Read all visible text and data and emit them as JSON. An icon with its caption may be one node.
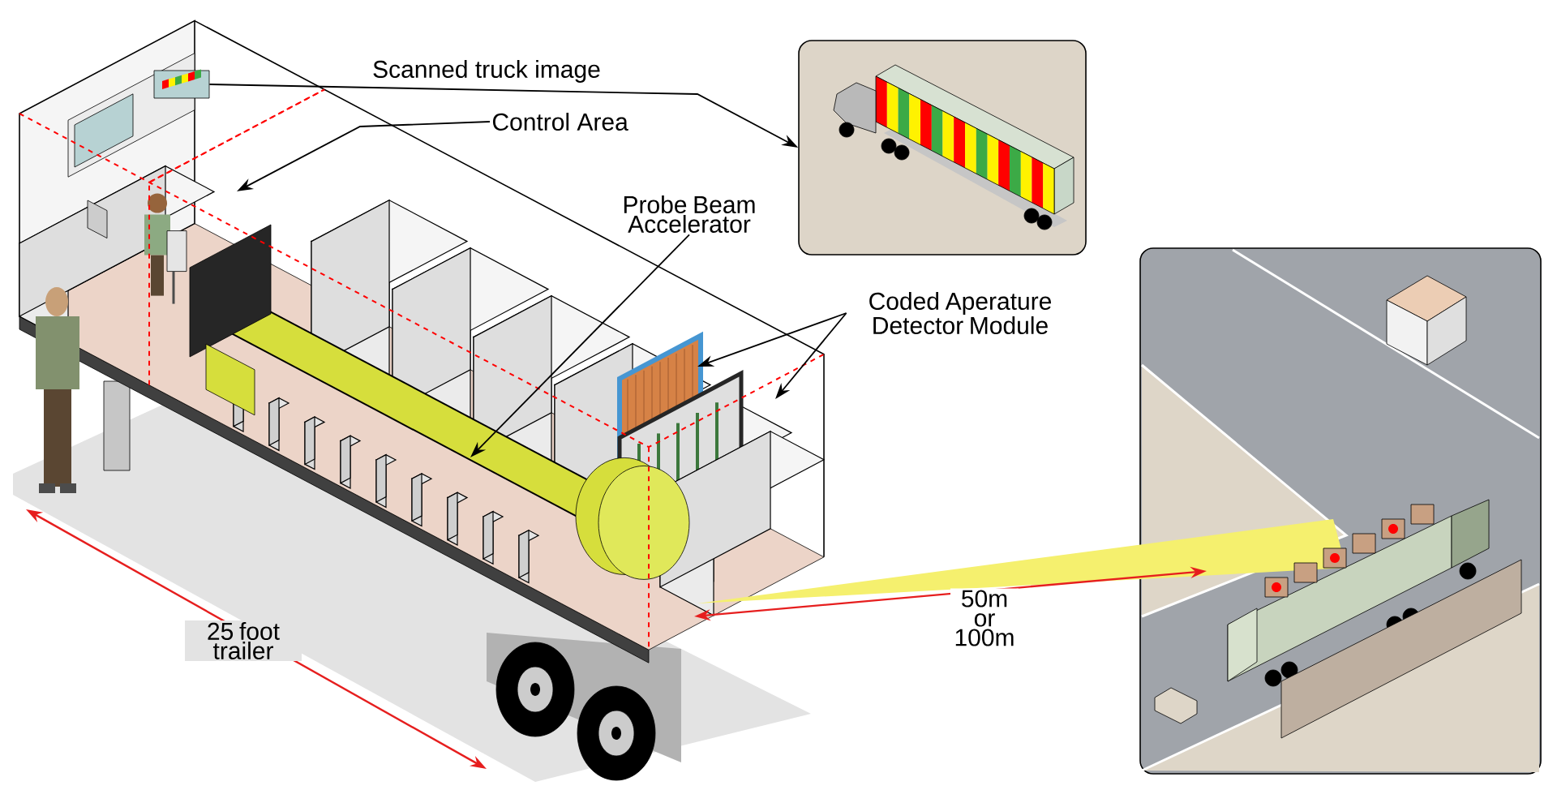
{
  "diagram": {
    "nodes": [
      {
        "text": [
          "Control Area"
        ]
      },
      {
        "text": [
          "Probe Beam Accelerator"
        ]
      },
      {
        "text": [
          "Coded Aperature Detector Module"
        ]
      },
      {
        "text": [],
        "shape": "picture"
      },
      {
        "text": [],
        "shape": "picture"
      }
    ],
    "edges": [
      {
        "from": 3,
        "to": 4,
        "arrow": "to",
        "label": "Scanned truck image"
      },
      {
        "from": 0,
        "to": null,
        "arrow": "to"
      },
      {
        "from": 1,
        "to": null,
        "arrow": "to"
      },
      {
        "from": 2,
        "to": null,
        "arrow": "to"
      },
      {
        "from": 2,
        "to": null,
        "arrow": "to"
      }
    ],
    "labels": [
      "25 foot trailer",
      "50m or 100m"
    ]
  }
}
